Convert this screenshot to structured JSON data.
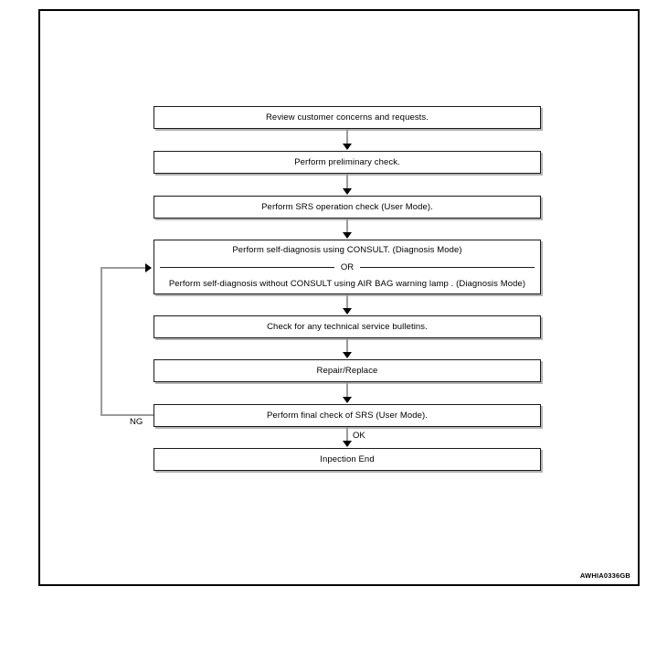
{
  "figure": {
    "id_code": "AWHIA0336GB",
    "nodes": [
      {
        "key": "review",
        "text": "Review customer concerns and requests."
      },
      {
        "key": "preliminary",
        "text": "Perform preliminary check."
      },
      {
        "key": "srs_check",
        "text": "Perform SRS operation check (User Mode)."
      },
      {
        "key": "self_diag_consult",
        "text": "Perform self-diagnosis using CONSULT. (Diagnosis Mode)"
      },
      {
        "key": "or",
        "text": "OR"
      },
      {
        "key": "self_diag_no_consult",
        "text": "Perform self-diagnosis  without CONSULT using AIR BAG warning lamp . (Diagnosis Mode)"
      },
      {
        "key": "bulletins",
        "text": "Check for any technical service bulletins."
      },
      {
        "key": "repair",
        "text": "Repair/Replace"
      },
      {
        "key": "final_check",
        "text": "Perform final check of SRS (User Mode)."
      },
      {
        "key": "end",
        "text": "Inpection End"
      }
    ],
    "edge_labels": {
      "ng": "NG",
      "ok": "OK"
    }
  }
}
